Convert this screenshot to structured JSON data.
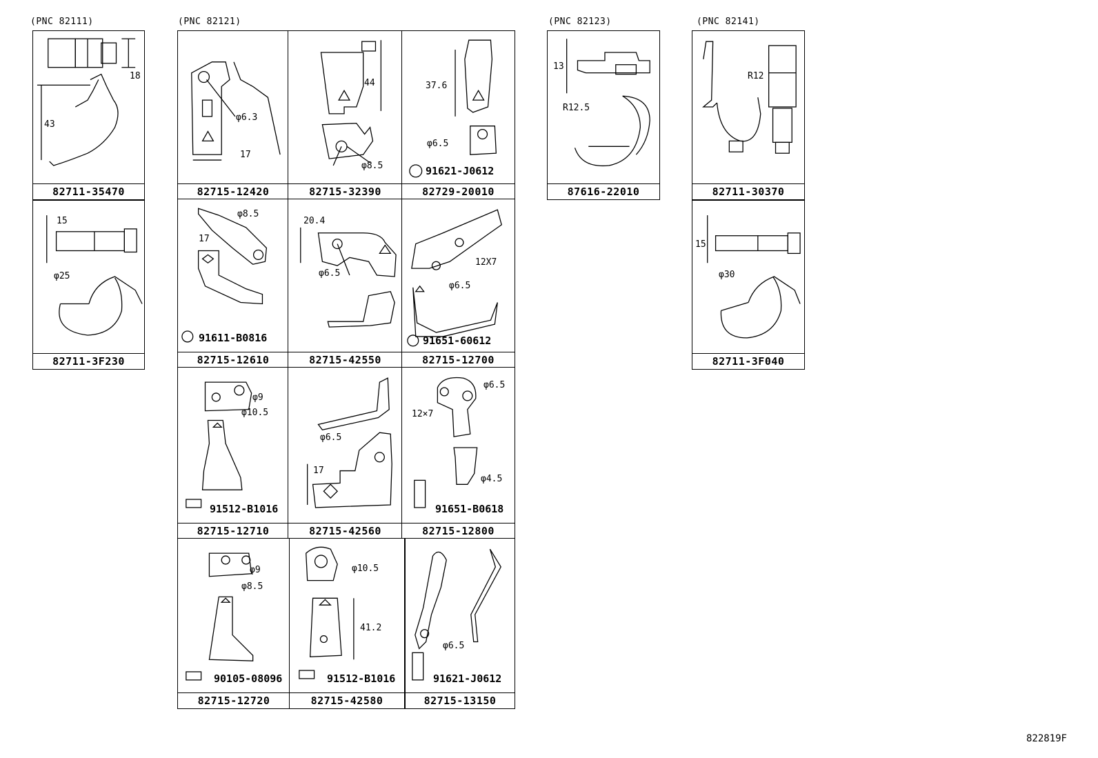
{
  "groups": [
    {
      "label": "(PNC 82111)"
    },
    {
      "label": "(PNC 82121)"
    },
    {
      "label": "(PNC 82123)"
    },
    {
      "label": "(PNC 82141)"
    }
  ],
  "cells": {
    "c1": {
      "part": "82711-35470",
      "dims": [
        "18",
        "43"
      ]
    },
    "c2": {
      "part": "82711-3F230",
      "dims": [
        "15",
        "φ25"
      ]
    },
    "c3": {
      "part": "82715-12420",
      "dims": [
        "φ6.3",
        "17"
      ]
    },
    "c4": {
      "part": "82715-32390",
      "dims": [
        "44",
        "φ8.5"
      ]
    },
    "c5": {
      "part": "82729-20010",
      "dims": [
        "37.6",
        "φ6.5"
      ],
      "bolt": "91621-J0612"
    },
    "c6": {
      "part": "82715-12610",
      "dims": [
        "φ8.5",
        "17"
      ],
      "bolt": "91611-B0816"
    },
    "c7": {
      "part": "82715-42550",
      "dims": [
        "20.4",
        "φ6.5"
      ]
    },
    "c8": {
      "part": "82715-12700",
      "dims": [
        "12X7",
        "φ6.5"
      ],
      "bolt": "91651-60612"
    },
    "c9": {
      "part": "82715-12710",
      "dims": [
        "φ9",
        "φ10.5"
      ],
      "bolt": "91512-B1016"
    },
    "c10": {
      "part": "82715-42560",
      "dims": [
        "φ6.5",
        "17"
      ]
    },
    "c11": {
      "part": "82715-12800",
      "dims": [
        "φ6.5",
        "12×7",
        "φ4.5"
      ],
      "bolt": "91651-B0618"
    },
    "c12": {
      "part": "82715-12720",
      "dims": [
        "φ9",
        "φ8.5"
      ],
      "bolt": "90105-08096"
    },
    "c13": {
      "part": "82715-42580",
      "dims": [
        "φ10.5",
        "41.2"
      ],
      "bolt": "91512-B1016"
    },
    "c14": {
      "part": "82715-13150",
      "dims": [
        "φ6.5"
      ],
      "bolt": "91621-J0612"
    },
    "c15": {
      "part": "87616-22010",
      "dims": [
        "13",
        "R12.5"
      ]
    },
    "c16": {
      "part": "82711-30370",
      "dims": [
        "R12"
      ]
    },
    "c17": {
      "part": "82711-3F040",
      "dims": [
        "15",
        "φ30"
      ]
    }
  },
  "footer": {
    "code": "822819F"
  }
}
